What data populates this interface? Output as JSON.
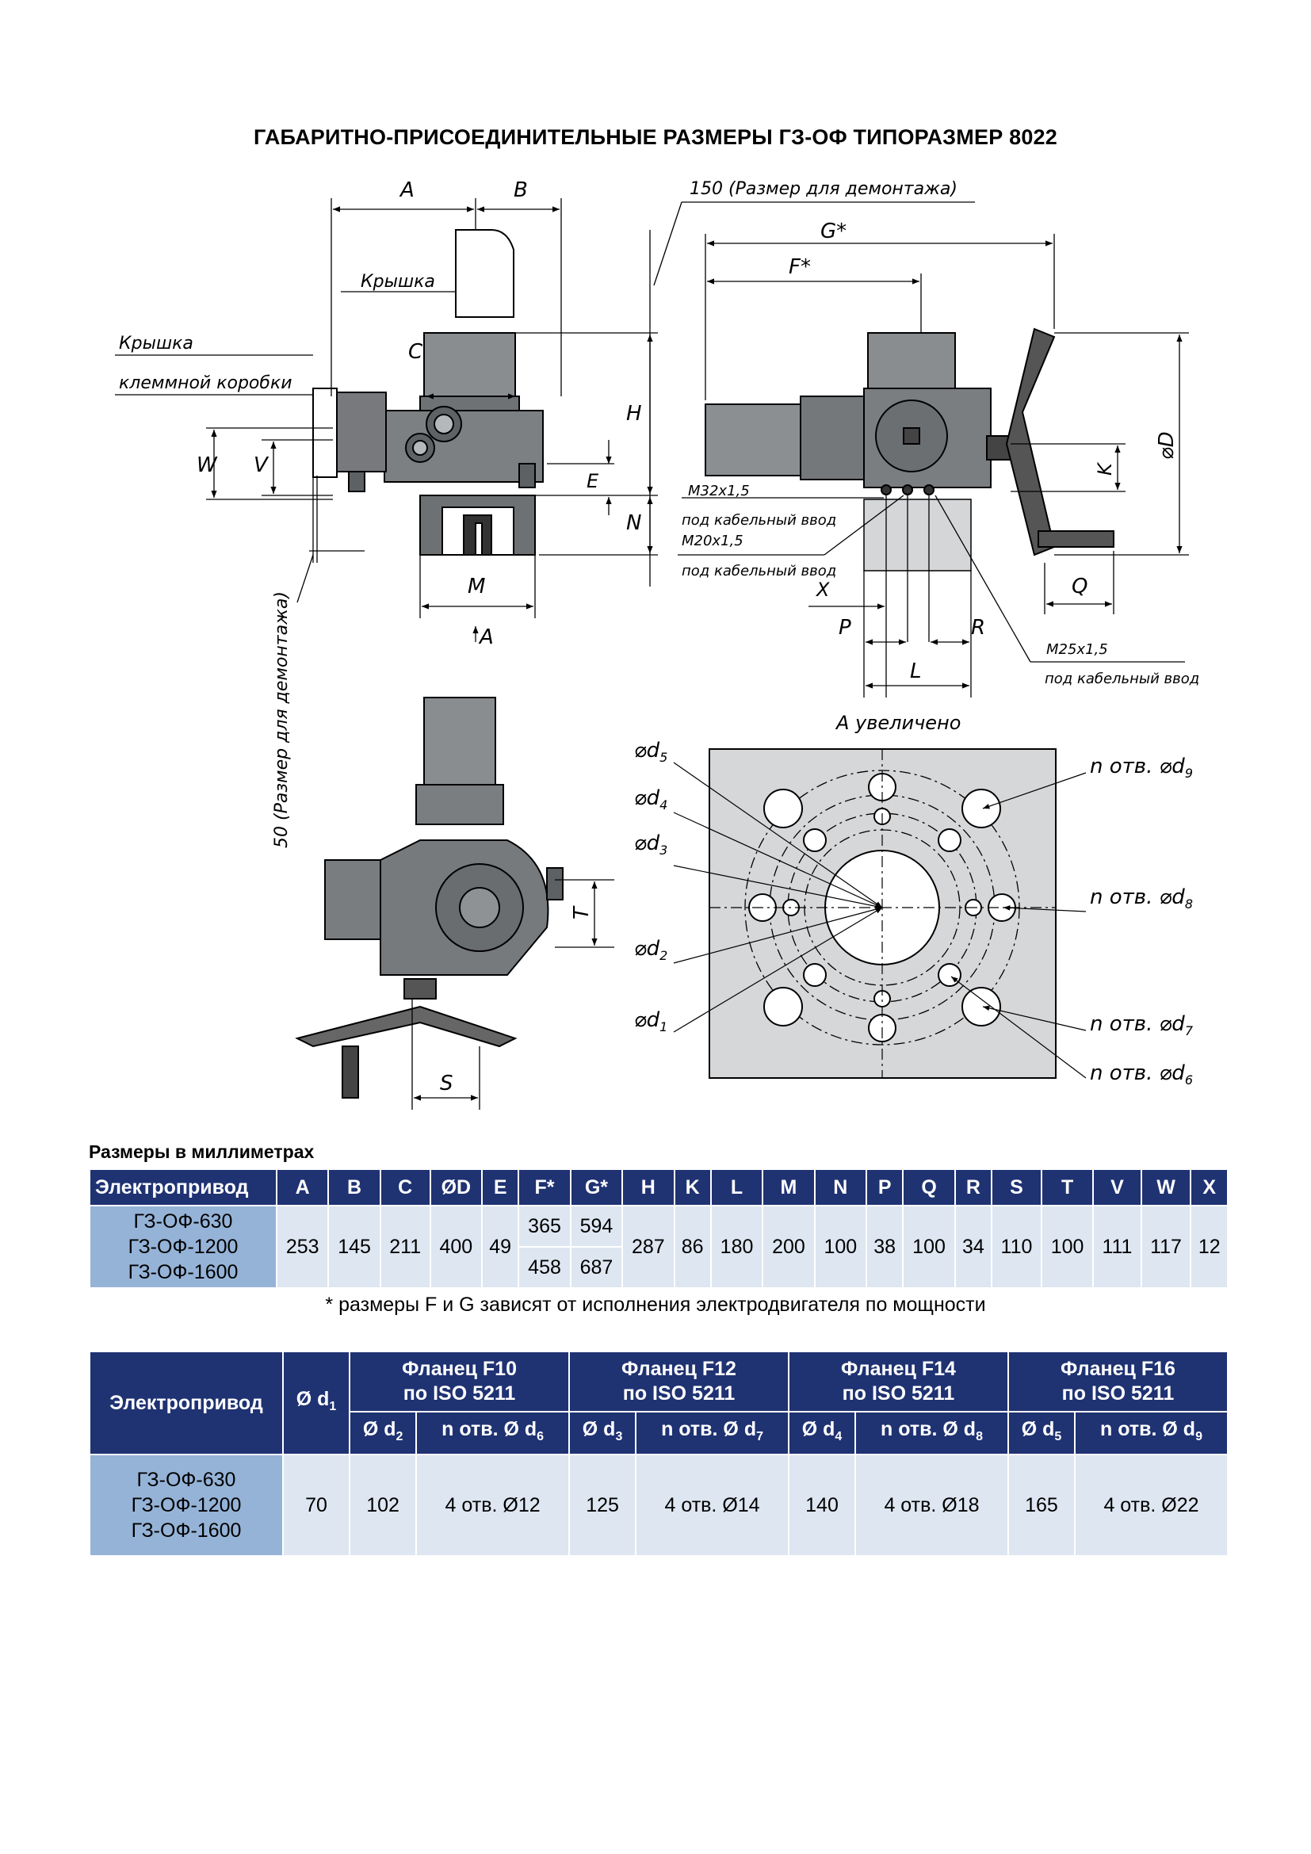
{
  "title": "ГАБАРИТНО-ПРИСОЕДИНИТЕЛЬНЫЕ РАЗМЕРЫ ГЗ-ОФ ТИПОРАЗМЕР 8022",
  "drawing": {
    "labels": {
      "A": "A",
      "B": "B",
      "C": "C",
      "E": "E",
      "H": "H",
      "N": "N",
      "M": "M",
      "W": "W",
      "V": "V",
      "Fstar": "F*",
      "Gstar": "G*",
      "D": "⌀D",
      "K": "K",
      "Q": "Q",
      "X": "X",
      "P": "P",
      "R": "R",
      "L": "L",
      "S": "S",
      "T": "T",
      "view_arrow": "A",
      "cover": "Крышка",
      "terminal_cover_1": "Крышка",
      "terminal_cover_2": "клеммной коробки",
      "dismount_150": "150 (Размер для демонтажа)",
      "dismount_50": "50 (Размер для демонтажа)",
      "m32": "M32x1,5",
      "m32_note": "под кабельный ввод",
      "m20": "M20x1,5",
      "m20_note": "под кабельный ввод",
      "m25": "M25x1,5",
      "m25_note": "под кабельный ввод",
      "view_a": "А увеличено",
      "d5": "⌀d",
      "d5_sub": "5",
      "d4": "⌀d",
      "d4_sub": "4",
      "d3": "⌀d",
      "d3_sub": "3",
      "d2": "⌀d",
      "d2_sub": "2",
      "d1": "⌀d",
      "d1_sub": "1",
      "n9": "n отв. ⌀d",
      "n9_sub": "9",
      "n8": "n отв. ⌀d",
      "n8_sub": "8",
      "n7": "n отв. ⌀d",
      "n7_sub": "7",
      "n6": "n отв. ⌀d",
      "n6_sub": "6"
    }
  },
  "sizes_caption": "Размеры в миллиметрах",
  "table1": {
    "headers": [
      "Электропривод",
      "A",
      "B",
      "C",
      "ØD",
      "E",
      "F*",
      "G*",
      "H",
      "K",
      "L",
      "M",
      "N",
      "P",
      "Q",
      "R",
      "S",
      "T",
      "V",
      "W",
      "X"
    ],
    "models": [
      "ГЗ-ОФ-630",
      "ГЗ-ОФ-1200",
      "ГЗ-ОФ-1600"
    ],
    "A": "253",
    "B": "145",
    "C": "211",
    "D": "400",
    "E": "49",
    "F1": "365",
    "F2": "458",
    "G1": "594",
    "G2": "687",
    "H": "287",
    "K": "86",
    "L": "180",
    "M": "200",
    "N": "100",
    "P": "38",
    "Q": "100",
    "R": "34",
    "S": "110",
    "T": "100",
    "V": "111",
    "W": "117",
    "X": "12"
  },
  "footnote": "* размеры F и G зависят от исполнения электродвигателя по мощности",
  "table2": {
    "drive": "Электропривод",
    "d1_head": "Ø d",
    "d1_sub": "1",
    "f10_1": "Фланец F10",
    "f10_2": "по ISO 5211",
    "f12_1": "Фланец F12",
    "f12_2": "по ISO 5211",
    "f14_1": "Фланец F14",
    "f14_2": "по ISO 5211",
    "f16_1": "Фланец F16",
    "f16_2": "по ISO 5211",
    "d2_head": "Ø d",
    "d2_sub": "2",
    "d6_head": "n отв. Ø d",
    "d6_sub": "6",
    "d3_head": "Ø d",
    "d3_sub": "3",
    "d7_head": "n отв. Ø d",
    "d7_sub": "7",
    "d4_head": "Ø d",
    "d4_sub": "4",
    "d8_head": "n отв. Ø d",
    "d8_sub": "8",
    "d5_head": "Ø d",
    "d5_sub": "5",
    "d9_head": "n отв. Ø d",
    "d9_sub": "9",
    "models": [
      "ГЗ-ОФ-630",
      "ГЗ-ОФ-1200",
      "ГЗ-ОФ-1600"
    ],
    "d1": "70",
    "d2": "102",
    "d6": "4 отв. Ø12",
    "d3": "125",
    "d7": "4 отв. Ø14",
    "d4": "140",
    "d8": "4 отв. Ø18",
    "d5": "165",
    "d9": "4 отв. Ø22"
  }
}
